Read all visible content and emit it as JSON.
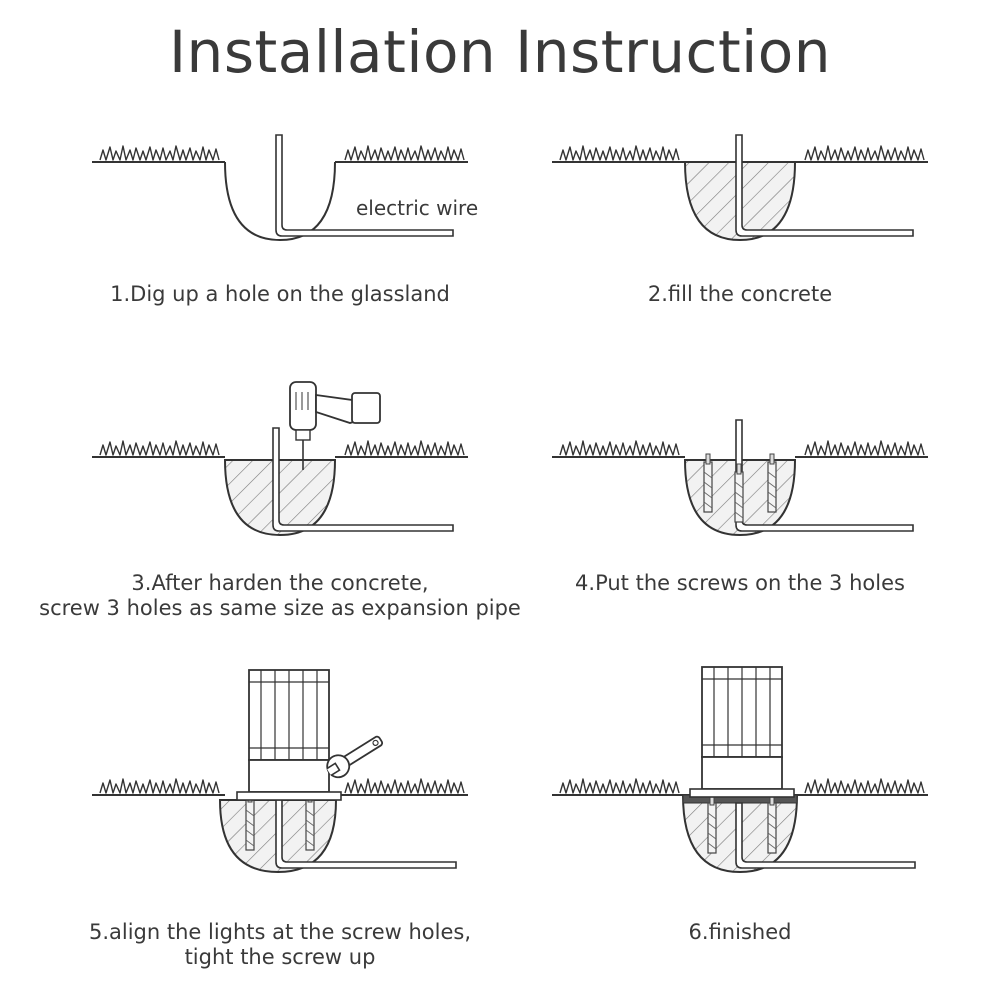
{
  "title": "Installation Instruction",
  "label_electric_wire": "electric wire",
  "steps": [
    {
      "line1": "1.Dig up a hole on the glassland",
      "line2": ""
    },
    {
      "line1": "2.fill the concrete",
      "line2": ""
    },
    {
      "line1": "3.After harden the concrete,",
      "line2": "screw 3 holes as same size as expansion pipe"
    },
    {
      "line1": "4.Put the screws on the 3 holes",
      "line2": ""
    },
    {
      "line1": "5.align the lights at the screw holes,",
      "line2": "tight the screw up"
    },
    {
      "line1": "6.finished",
      "line2": ""
    }
  ],
  "icons": [
    "grass-icon",
    "hole-icon",
    "wire-icon",
    "concrete-icon",
    "drill-icon",
    "screw-icon",
    "wrench-icon",
    "lamp-icon"
  ]
}
